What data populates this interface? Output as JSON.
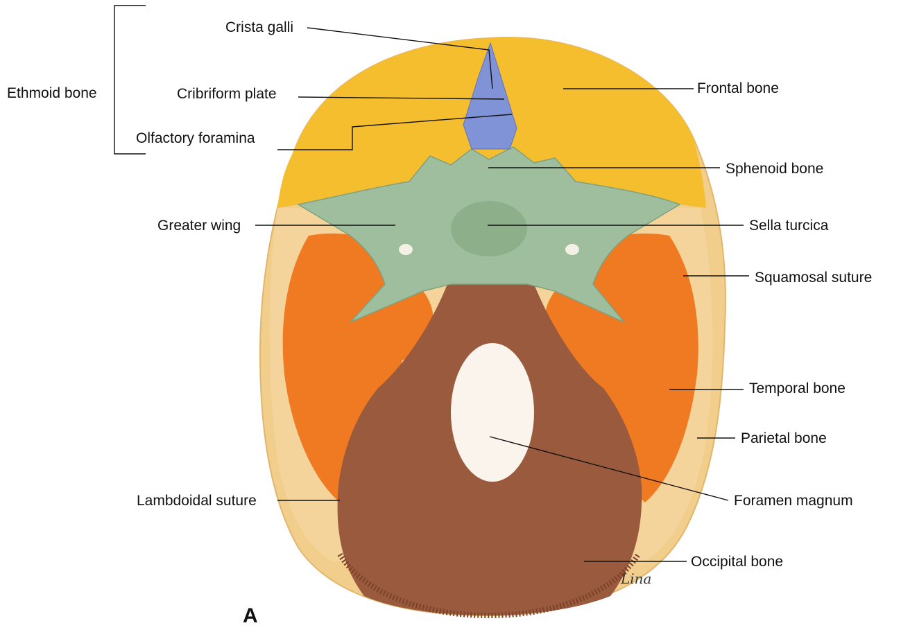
{
  "labels": {
    "ethmoid_bone": "Ethmoid bone",
    "crista_galli": "Crista galli",
    "cribriform_plate": "Cribriform plate",
    "olfactory_foramina": "Olfactory foramina",
    "frontal_bone": "Frontal bone",
    "sphenoid_bone": "Sphenoid bone",
    "greater_wing": "Greater wing",
    "sella_turcica": "Sella turcica",
    "squamosal_suture": "Squamosal suture",
    "temporal_bone": "Temporal bone",
    "parietal_bone": "Parietal bone",
    "lambdoidal_suture": "Lambdoidal suture",
    "foramen_magnum": "Foramen magnum",
    "occipital_bone": "Occipital bone"
  },
  "panel_letter": "A",
  "signature": "Lina",
  "colors": {
    "frontal": "#F5BE2E",
    "parietal": "#F2CE8C",
    "sphenoid": "#9FBE9E",
    "ethmoid": "#7F93D6",
    "temporal": "#F07A22",
    "occipital": "#9A5A3E",
    "foramen": "#FBF4EC"
  }
}
